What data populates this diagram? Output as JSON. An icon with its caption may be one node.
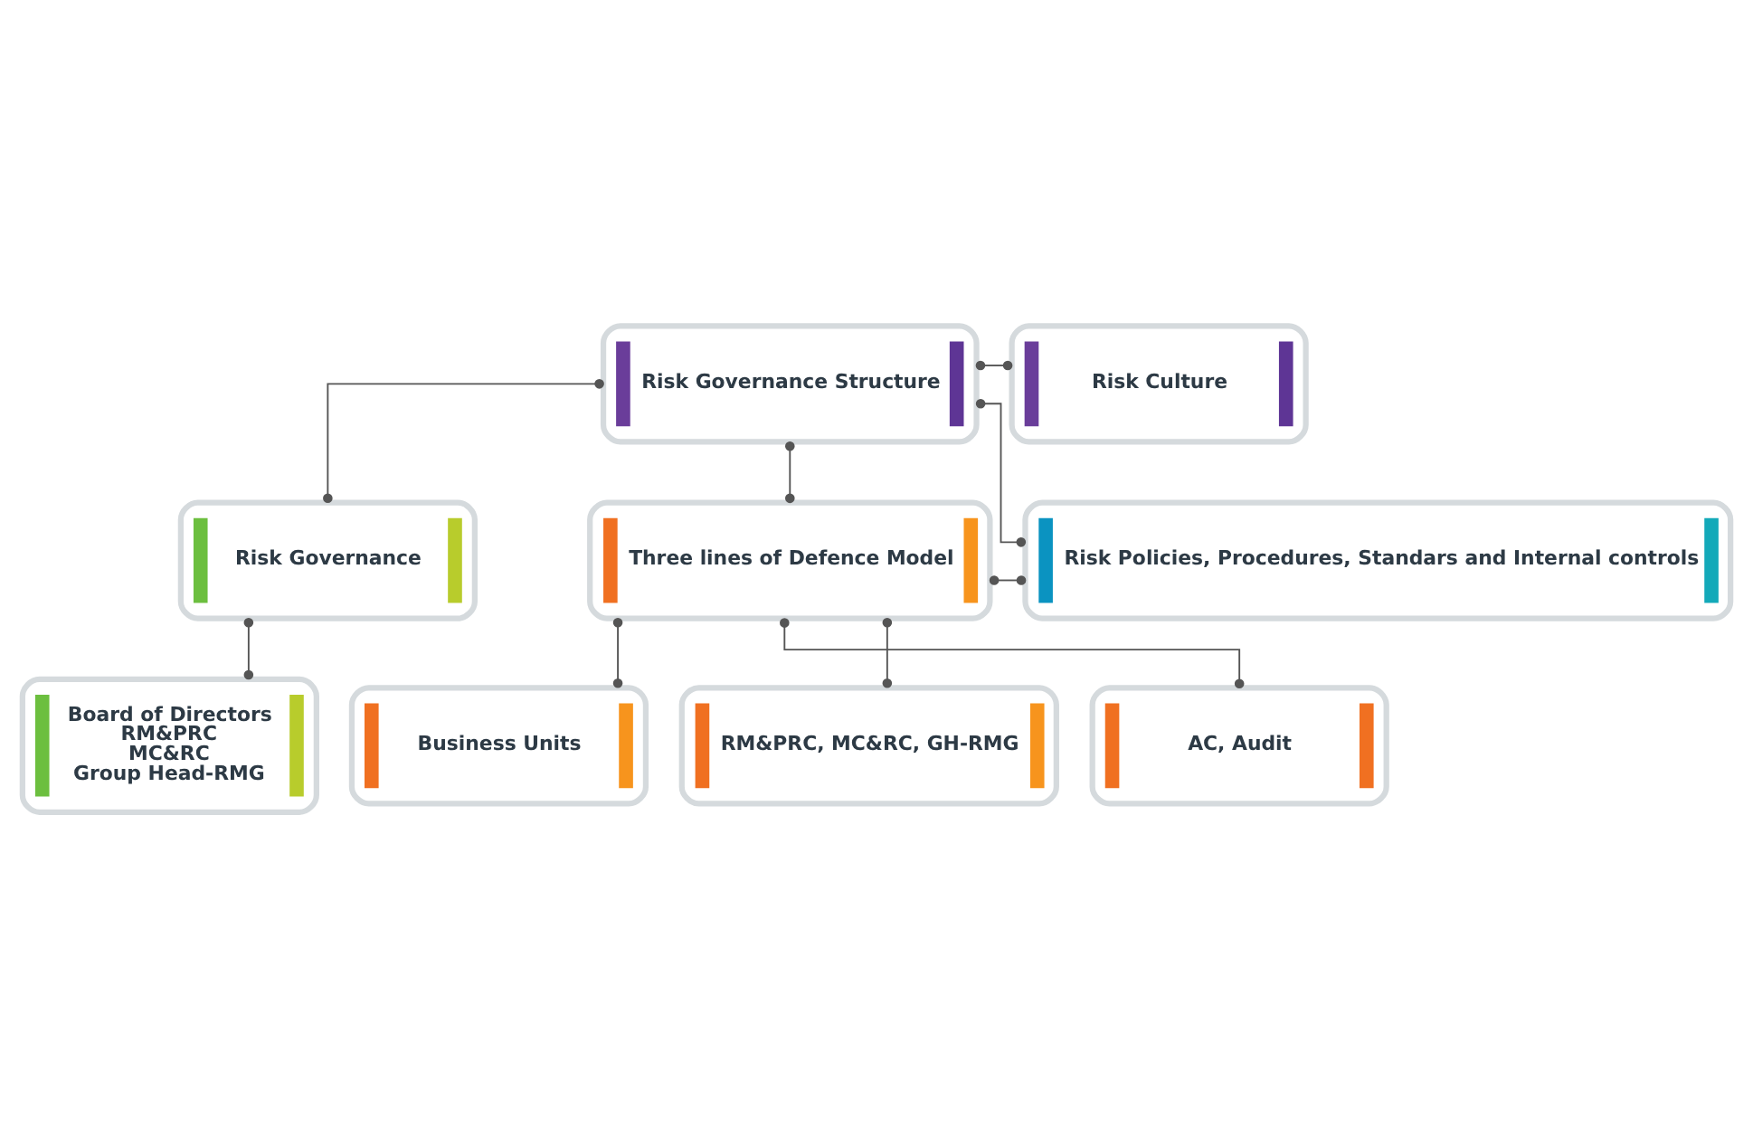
{
  "diagram": {
    "nodes": [
      {
        "text": [
          "Risk Governance Structure"
        ]
      },
      {
        "text": [
          "Risk Culture"
        ]
      },
      {
        "text": [
          "Risk Governance"
        ]
      },
      {
        "text": [
          "Three lines of Defence Model"
        ]
      },
      {
        "text": [
          "Risk Policies, Procedures, Standars and Internal controls"
        ]
      },
      {
        "text": [
          "Board of Directors",
          "RM&PRC",
          "MC&RC",
          "Group Head-RMG"
        ]
      },
      {
        "text": [
          "Business Units"
        ]
      },
      {
        "text": [
          "RM&PRC, MC&RC, GH-RMG"
        ]
      },
      {
        "text": [
          "AC, Audit"
        ]
      }
    ],
    "edges": [
      {
        "from": 0,
        "to": 1,
        "arrow": "other"
      },
      {
        "from": 0,
        "to": 2,
        "arrow": "other"
      },
      {
        "from": 0,
        "to": 3,
        "arrow": "other"
      },
      {
        "from": 0,
        "to": 4,
        "arrow": "other"
      },
      {
        "from": 3,
        "to": 4,
        "arrow": "other"
      },
      {
        "from": 2,
        "to": 5,
        "arrow": "other"
      },
      {
        "from": 3,
        "to": 6,
        "arrow": "other"
      },
      {
        "from": 3,
        "to": 7,
        "arrow": "other"
      },
      {
        "from": 3,
        "to": 8,
        "arrow": "other"
      }
    ]
  }
}
